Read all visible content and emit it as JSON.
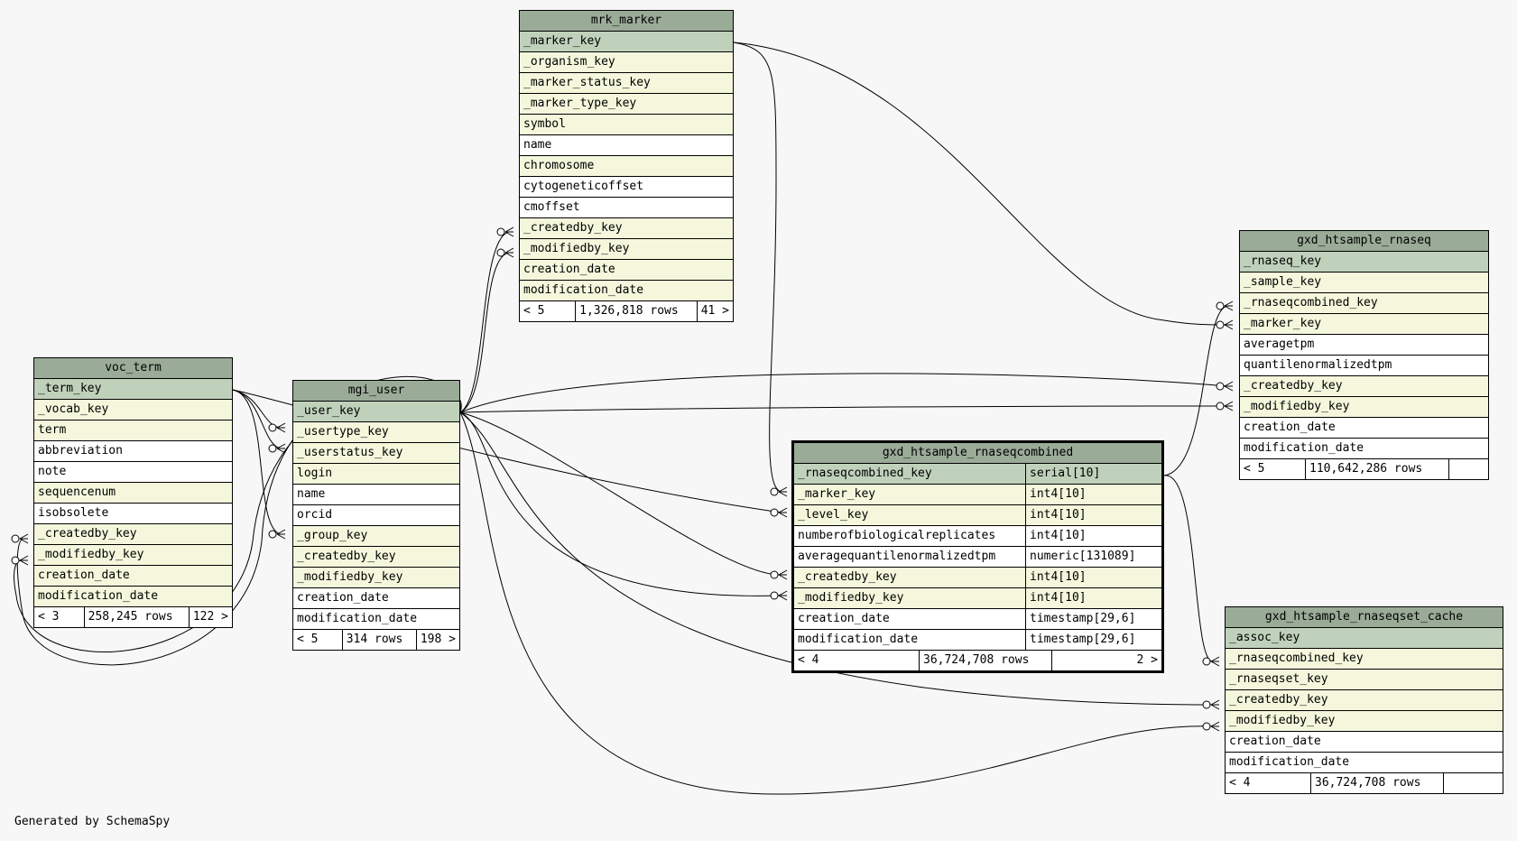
{
  "tables": {
    "mrk_marker": {
      "title": "mrk_marker",
      "rows": [
        {
          "name": "_marker_key",
          "kind": "pk"
        },
        {
          "name": "_organism_key",
          "kind": "fk"
        },
        {
          "name": "_marker_status_key",
          "kind": "fk"
        },
        {
          "name": "_marker_type_key",
          "kind": "fk"
        },
        {
          "name": "symbol",
          "kind": "fk"
        },
        {
          "name": "name",
          "kind": "plain"
        },
        {
          "name": "chromosome",
          "kind": "fk"
        },
        {
          "name": "cytogeneticoffset",
          "kind": "plain"
        },
        {
          "name": "cmoffset",
          "kind": "plain"
        },
        {
          "name": "_createdby_key",
          "kind": "fk"
        },
        {
          "name": "_modifiedby_key",
          "kind": "fk"
        },
        {
          "name": "creation_date",
          "kind": "fk"
        },
        {
          "name": "modification_date",
          "kind": "fk"
        }
      ],
      "footer": [
        "< 5",
        "1,326,818 rows",
        "41 >"
      ]
    },
    "voc_term": {
      "title": "voc_term",
      "rows": [
        {
          "name": "_term_key",
          "kind": "pk"
        },
        {
          "name": "_vocab_key",
          "kind": "fk"
        },
        {
          "name": "term",
          "kind": "fk"
        },
        {
          "name": "abbreviation",
          "kind": "plain"
        },
        {
          "name": "note",
          "kind": "plain"
        },
        {
          "name": "sequencenum",
          "kind": "fk"
        },
        {
          "name": "isobsolete",
          "kind": "plain"
        },
        {
          "name": "_createdby_key",
          "kind": "fk"
        },
        {
          "name": "_modifiedby_key",
          "kind": "fk"
        },
        {
          "name": "creation_date",
          "kind": "fk"
        },
        {
          "name": "modification_date",
          "kind": "fk"
        }
      ],
      "footer": [
        "< 3",
        "258,245 rows",
        "122 >"
      ]
    },
    "mgi_user": {
      "title": "mgi_user",
      "rows": [
        {
          "name": "_user_key",
          "kind": "pk"
        },
        {
          "name": "_usertype_key",
          "kind": "fk"
        },
        {
          "name": "_userstatus_key",
          "kind": "fk"
        },
        {
          "name": "login",
          "kind": "fk"
        },
        {
          "name": "name",
          "kind": "plain"
        },
        {
          "name": "orcid",
          "kind": "plain"
        },
        {
          "name": "_group_key",
          "kind": "fk"
        },
        {
          "name": "_createdby_key",
          "kind": "fk"
        },
        {
          "name": "_modifiedby_key",
          "kind": "fk"
        },
        {
          "name": "creation_date",
          "kind": "plain"
        },
        {
          "name": "modification_date",
          "kind": "plain"
        }
      ],
      "footer": [
        "< 5",
        "314 rows",
        "198 >"
      ]
    },
    "gxd_htsample_rnaseqcombined": {
      "title": "gxd_htsample_rnaseqcombined",
      "rows": [
        {
          "name": "_rnaseqcombined_key",
          "type": "serial[10]",
          "kind": "pk"
        },
        {
          "name": "_marker_key",
          "type": "int4[10]",
          "kind": "fk"
        },
        {
          "name": "_level_key",
          "type": "int4[10]",
          "kind": "fk"
        },
        {
          "name": "numberofbiologicalreplicates",
          "type": "int4[10]",
          "kind": "plain"
        },
        {
          "name": "averagequantilenormalizedtpm",
          "type": "numeric[131089]",
          "kind": "plain"
        },
        {
          "name": "_createdby_key",
          "type": "int4[10]",
          "kind": "fk"
        },
        {
          "name": "_modifiedby_key",
          "type": "int4[10]",
          "kind": "fk"
        },
        {
          "name": "creation_date",
          "type": "timestamp[29,6]",
          "kind": "plain"
        },
        {
          "name": "modification_date",
          "type": "timestamp[29,6]",
          "kind": "plain"
        }
      ],
      "footer": [
        "< 4",
        "36,724,708 rows",
        "2 >"
      ]
    },
    "gxd_htsample_rnaseq": {
      "title": "gxd_htsample_rnaseq",
      "rows": [
        {
          "name": "_rnaseq_key",
          "kind": "pk"
        },
        {
          "name": "_sample_key",
          "kind": "fk"
        },
        {
          "name": "_rnaseqcombined_key",
          "kind": "fk"
        },
        {
          "name": "_marker_key",
          "kind": "fk"
        },
        {
          "name": "averagetpm",
          "kind": "plain"
        },
        {
          "name": "quantilenormalizedtpm",
          "kind": "plain"
        },
        {
          "name": "_createdby_key",
          "kind": "fk"
        },
        {
          "name": "_modifiedby_key",
          "kind": "fk"
        },
        {
          "name": "creation_date",
          "kind": "plain"
        },
        {
          "name": "modification_date",
          "kind": "plain"
        }
      ],
      "footer": [
        "< 5",
        "110,642,286 rows",
        ""
      ]
    },
    "gxd_htsample_rnaseqset_cache": {
      "title": "gxd_htsample_rnaseqset_cache",
      "rows": [
        {
          "name": "_assoc_key",
          "kind": "pk"
        },
        {
          "name": "_rnaseqcombined_key",
          "kind": "fk"
        },
        {
          "name": "_rnaseqset_key",
          "kind": "fk"
        },
        {
          "name": "_createdby_key",
          "kind": "fk"
        },
        {
          "name": "_modifiedby_key",
          "kind": "fk"
        },
        {
          "name": "creation_date",
          "kind": "plain"
        },
        {
          "name": "modification_date",
          "kind": "plain"
        }
      ],
      "footer": [
        "< 4",
        "36,724,708 rows",
        ""
      ]
    }
  },
  "credit": "Generated by SchemaSpy",
  "colors": {
    "header": "#9aab98",
    "primary_key_row": "#bfd1bb",
    "foreign_key_row": "#f4f7dc",
    "plain_row": "#ffffff",
    "background": "#f7f7f7"
  }
}
